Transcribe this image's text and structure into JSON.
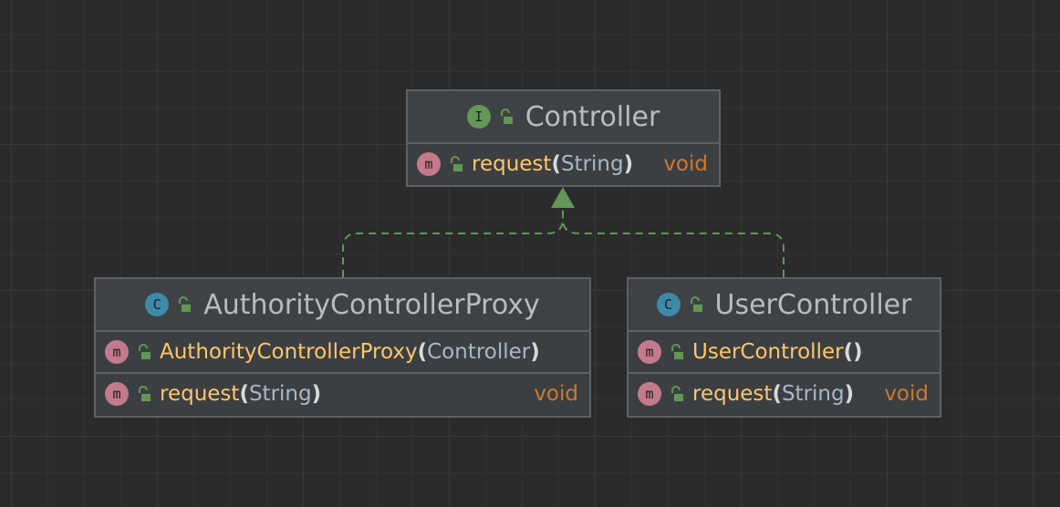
{
  "colors": {
    "background": "#2b2b2b",
    "node_fill": "#3c3f41",
    "node_border": "#5e6163",
    "method_name": "#ffc66d",
    "return_type": "#cc7832",
    "param_type": "#a9b7c6",
    "interface_badge": "#629755",
    "class_badge": "#3d8aa8",
    "method_badge": "#c27b8a",
    "edge": "#629755"
  },
  "nodes": {
    "controller": {
      "kind_badge": "I",
      "title": "Controller",
      "methods": [
        {
          "badge": "m",
          "name": "request",
          "open": "(",
          "params": "String",
          "close": ")",
          "returns": "void"
        }
      ]
    },
    "authority_proxy": {
      "kind_badge": "C",
      "title": "AuthorityControllerProxy",
      "methods": [
        {
          "badge": "m",
          "name": "AuthorityControllerProxy",
          "open": "(",
          "params": "Controller",
          "close": ")",
          "returns": ""
        },
        {
          "badge": "m",
          "name": "request",
          "open": "(",
          "params": "String",
          "close": ")",
          "returns": "void"
        }
      ]
    },
    "user_controller": {
      "kind_badge": "C",
      "title": "UserController",
      "methods": [
        {
          "badge": "m",
          "name": "UserController",
          "open": "(",
          "params": "",
          "close": ")",
          "returns": ""
        },
        {
          "badge": "m",
          "name": "request",
          "open": "(",
          "params": "String",
          "close": ")",
          "returns": "void"
        }
      ]
    }
  },
  "edges": [
    {
      "from": "authority_proxy",
      "to": "controller",
      "type": "realization"
    },
    {
      "from": "user_controller",
      "to": "controller",
      "type": "realization"
    }
  ]
}
